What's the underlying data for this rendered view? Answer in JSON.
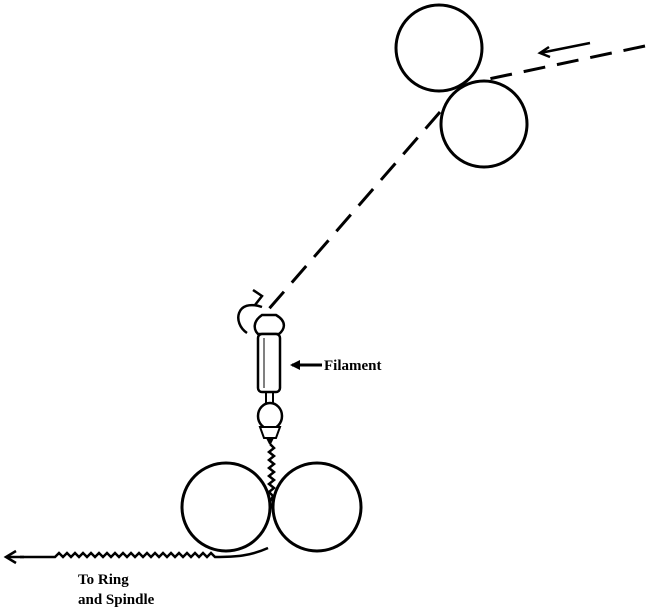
{
  "diagram": {
    "labels": {
      "filament": "Filament",
      "output_line1": "To Ring",
      "output_line2": "and Spindle"
    },
    "colors": {
      "ink": "#000000",
      "background": "#ffffff"
    }
  }
}
